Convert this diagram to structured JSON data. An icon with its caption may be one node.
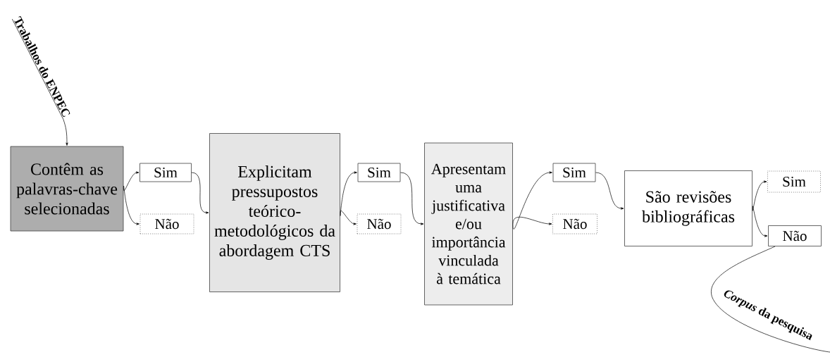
{
  "diagram": {
    "nodes": [
      {
        "text": [
          "**Trabalhos do ENPEC**"
        ]
      },
      {
        "text": [
          "Contêm as palavras-chave selecionadas"
        ]
      },
      {
        "text": [
          "Sim"
        ]
      },
      {
        "text": [
          "Não"
        ]
      },
      {
        "text": [
          "Explicitam pressupostos teórico-metodológicos da abordagem CTS"
        ]
      },
      {
        "text": [
          "Sim"
        ]
      },
      {
        "text": [
          "Não"
        ]
      },
      {
        "text": [
          "Apresentam uma justificativa e/ou importância vinculada à temática"
        ]
      },
      {
        "text": [
          "Sim"
        ]
      },
      {
        "text": [
          "Não"
        ]
      },
      {
        "text": [
          "São revisões bibliográficas"
        ]
      },
      {
        "text": [
          "Sim"
        ]
      },
      {
        "text": [
          "Não"
        ]
      },
      {
        "text": [
          "***Corpus* da pesquisa**"
        ]
      }
    ],
    "edges": [
      {
        "from": 0,
        "to": 1,
        "arrow": "to"
      },
      {
        "from": 1,
        "to": 2,
        "arrow": "to"
      },
      {
        "from": 1,
        "to": 3,
        "arrow": "to"
      },
      {
        "from": 2,
        "to": 4,
        "arrow": "to"
      },
      {
        "from": 4,
        "to": 5,
        "arrow": "to"
      },
      {
        "from": 4,
        "to": 6,
        "arrow": "to"
      },
      {
        "from": 5,
        "to": 7,
        "arrow": "to"
      },
      {
        "from": 7,
        "to": 8,
        "arrow": "to"
      },
      {
        "from": 7,
        "to": 9,
        "arrow": "to"
      },
      {
        "from": 8,
        "to": 10,
        "arrow": "to"
      },
      {
        "from": 10,
        "to": 11,
        "arrow": "to"
      },
      {
        "from": 10,
        "to": 12,
        "arrow": "to"
      },
      {
        "from": 12,
        "to": 13,
        "arrow": "none"
      }
    ]
  }
}
